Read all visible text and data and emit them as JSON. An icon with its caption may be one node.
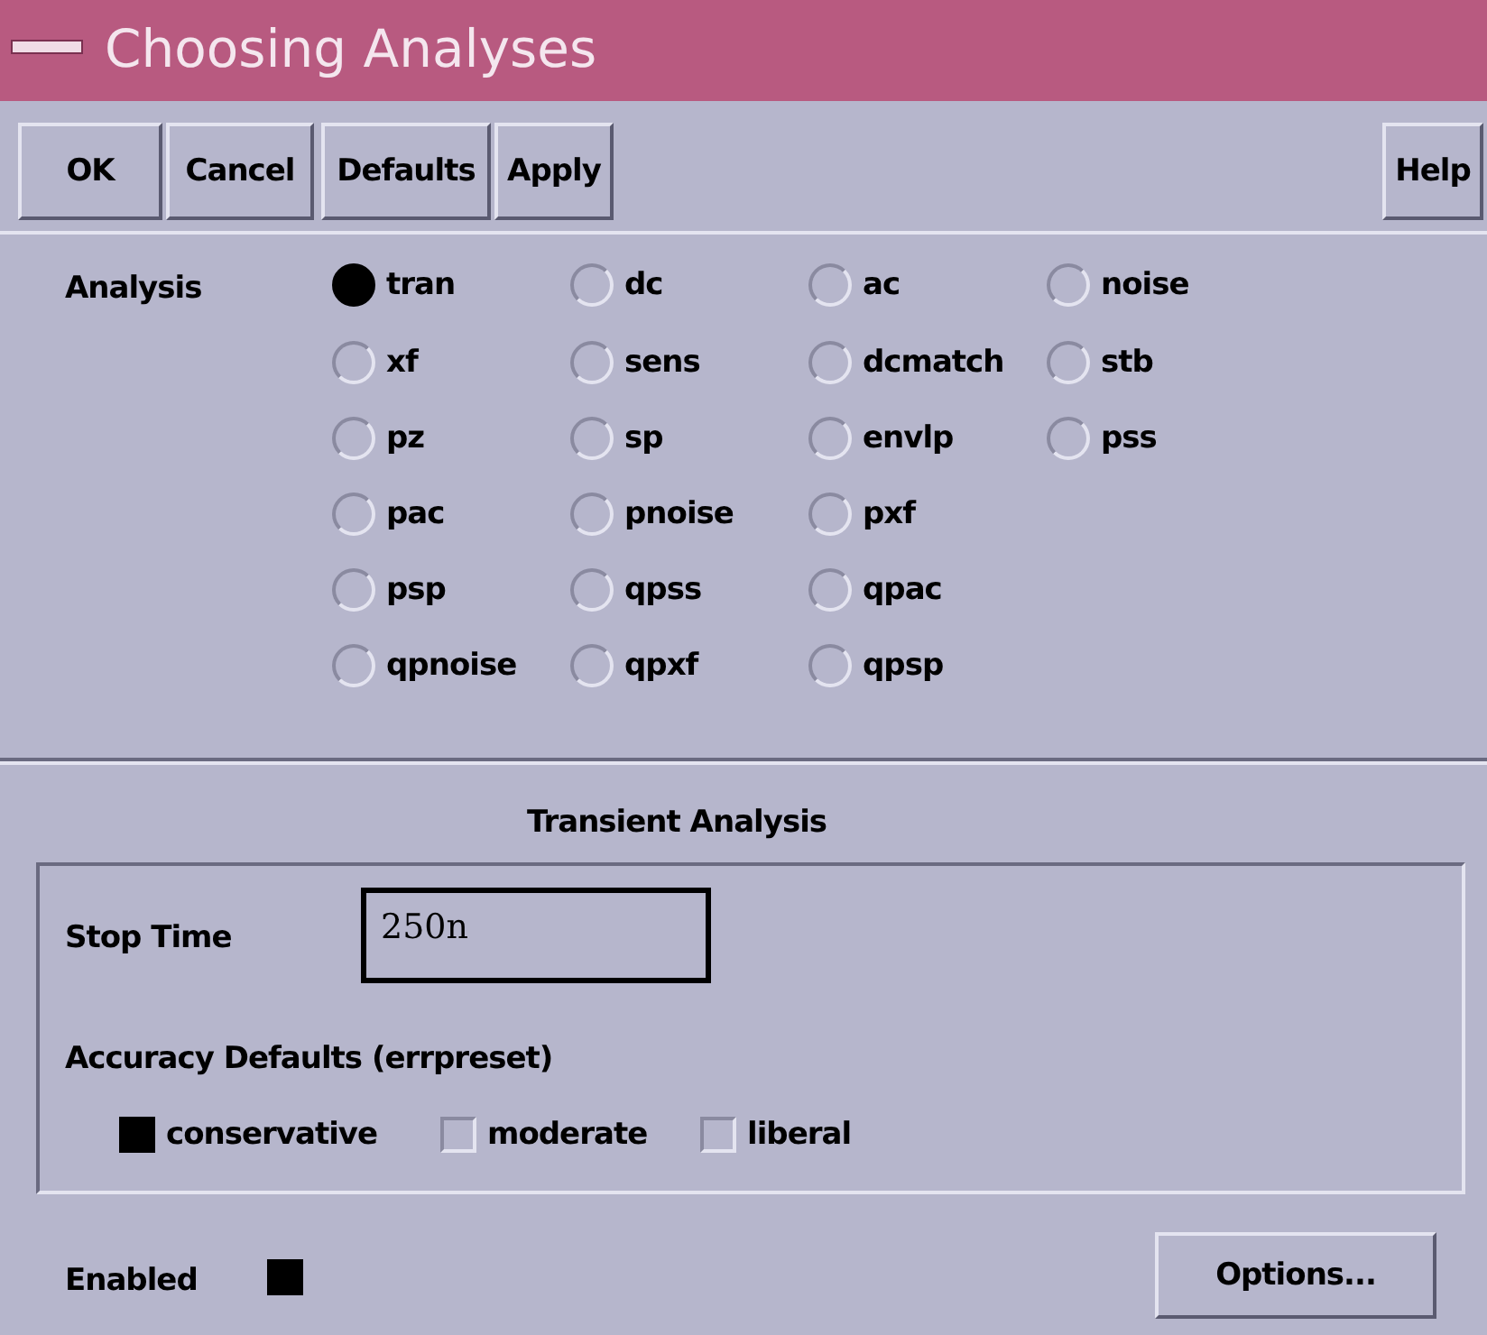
{
  "diagram": {
    "title": "Choosing Analyses",
    "labels": [
      "OK",
      "Cancel",
      "Defaults",
      "Apply",
      "Help",
      "Analysis",
      "tran",
      "dc",
      "ac",
      "noise",
      "xf",
      "sens",
      "dcmatch",
      "stb",
      "pz",
      "sp",
      "envlp",
      "pss",
      "pac",
      "pnoise",
      "pxf",
      "psp",
      "qpss",
      "qpac",
      "qpnoise",
      "qpxf",
      "qpsp",
      "Transient Analysis",
      "Stop Time",
      "250n",
      "Accuracy Defaults (errpreset)",
      "conservative",
      "moderate",
      "liberal",
      "Enabled",
      "Options..."
    ]
  }
}
